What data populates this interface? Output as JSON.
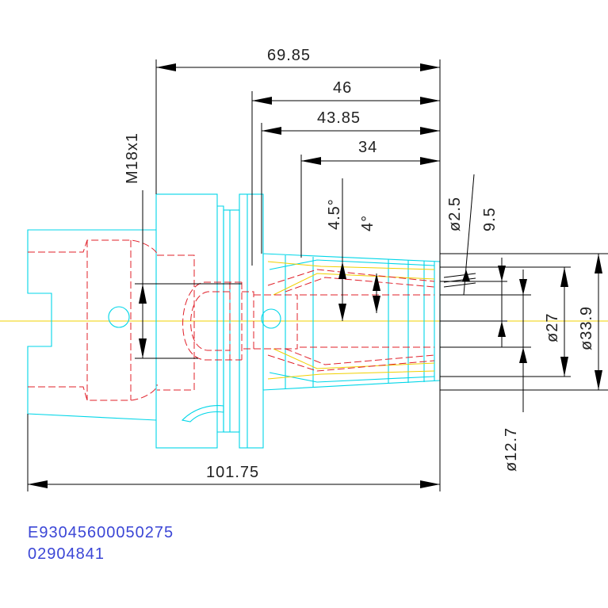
{
  "drawing": {
    "dimensions": {
      "overall_length": "101.75",
      "flange_to_end": "69.85",
      "collet_body": "46",
      "collet_seat": "43.85",
      "bore_depth": "34",
      "thread": "M18x1",
      "taper_outer": "4.5°",
      "taper_inner": "4°",
      "dia_small": "ø2.5",
      "length_small": "9.5",
      "dia_27": "ø27",
      "dia_33_9": "ø33.9",
      "dia_12_7": "ø12.7"
    },
    "part": {
      "code": "E93045600050275",
      "number": "02904841"
    },
    "colors": {
      "outline": "#00d6e8",
      "hidden": "#e0202a",
      "center": "#f0d000",
      "dimension": "#000000",
      "part_text": "#3b46d6"
    }
  }
}
